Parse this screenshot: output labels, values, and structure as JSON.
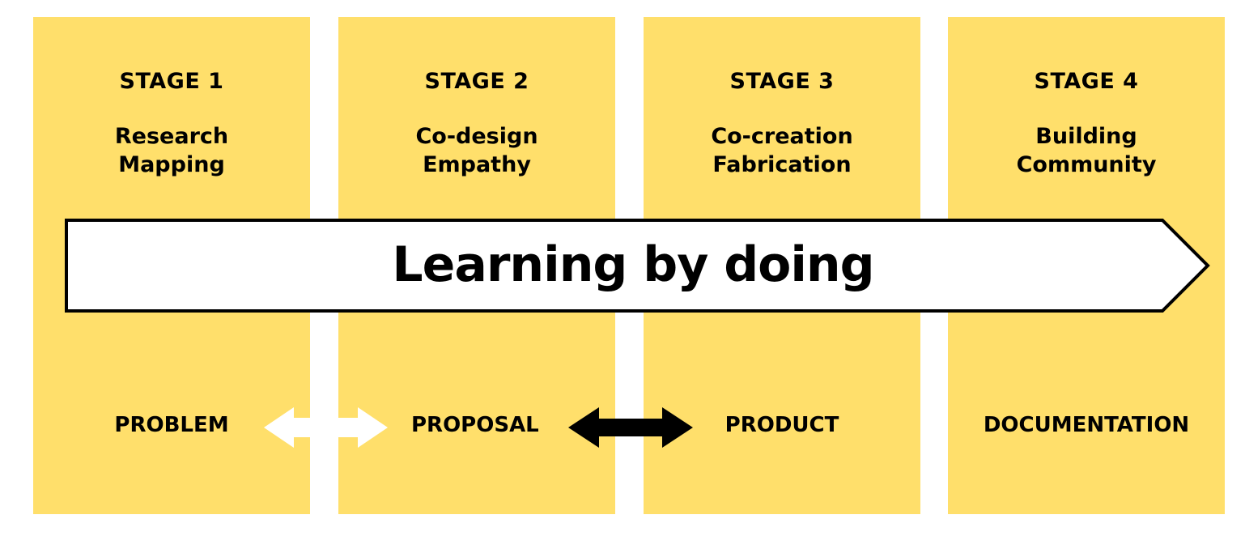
{
  "stages": [
    {
      "label": "STAGE 1",
      "lines": [
        "Research",
        "Mapping"
      ],
      "outcome": "PROBLEM"
    },
    {
      "label": "STAGE 2",
      "lines": [
        "Co-design",
        "Empathy"
      ],
      "outcome": "PROPOSAL"
    },
    {
      "label": "STAGE 3",
      "lines": [
        "Co-creation",
        "Fabrication"
      ],
      "outcome": "PRODUCT"
    },
    {
      "label": "STAGE 4",
      "lines": [
        "Building",
        "Community"
      ],
      "outcome": "DOCUMENTATION"
    }
  ],
  "banner": {
    "title": "Learning by doing"
  },
  "colors": {
    "column": "#FFDF6B",
    "banner_fill": "#FFFFFF",
    "banner_stroke": "#000000",
    "arrow_light": "#FFFFFF",
    "arrow_dark": "#000000"
  }
}
